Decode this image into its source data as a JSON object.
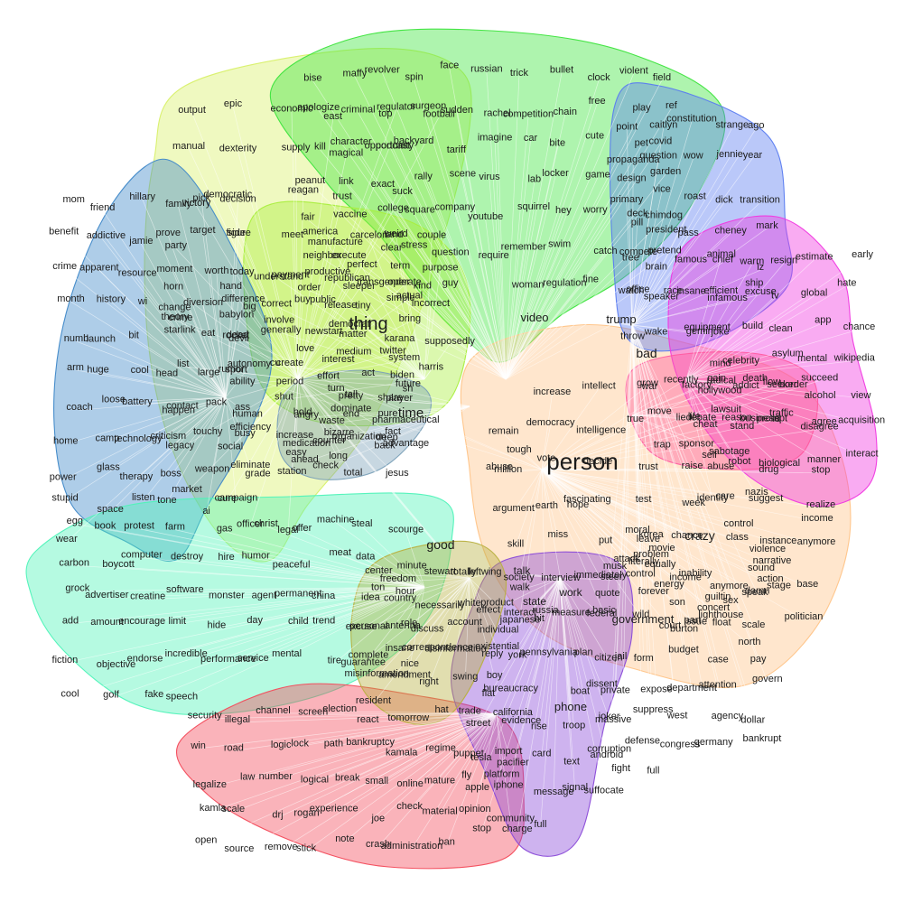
{
  "diagram": {
    "kind": "word-cluster network",
    "clusters": [
      {
        "name": "c-lime",
        "color": "#d8f06a",
        "words": [
          "output",
          "epic",
          "economic",
          "east",
          "regulator",
          "football",
          "manual",
          "dexterity",
          "supply",
          "magical",
          "opportunity",
          "victory",
          "democratic",
          "reagan",
          "trust",
          "suck",
          "party",
          "side",
          "meet",
          "manufacture",
          "land",
          "horn",
          "hand",
          "payment",
          "republican",
          "operate",
          "theory",
          "babylon",
          "involve",
          "democrat",
          "bring",
          "list",
          "sport",
          "create",
          "interest",
          "system",
          "happen",
          "human",
          "hold",
          "dominate",
          "player",
          "legacy",
          "social",
          "easy",
          "long",
          "back",
          "market",
          "cure",
          "big",
          "buy",
          "release",
          "actual",
          "devil",
          "love",
          "medium",
          "twitter",
          "ability",
          "period",
          "pretty",
          "future",
          "efficiency",
          "increase",
          "bizarre",
          "fact",
          "grade",
          "station",
          "total",
          "jesus",
          "officer",
          "legal",
          "good"
        ]
      },
      {
        "name": "c-green",
        "color": "#3de43d",
        "words": [
          "bise",
          "maffy",
          "revolver",
          "spin",
          "face",
          "russian",
          "trick",
          "bullet",
          "clock",
          "violent",
          "field",
          "apologize",
          "criminal",
          "top",
          "surgeon",
          "sudden",
          "rachel",
          "competition",
          "chain",
          "free",
          "play",
          "ref",
          "kill",
          "character",
          "podcast",
          "backyard",
          "tariff",
          "imagine",
          "car",
          "bite",
          "cute",
          "pet",
          "covid",
          "peanut",
          "link",
          "exact",
          "rally",
          "scene",
          "virus",
          "lab",
          "locker",
          "game",
          "design",
          "garden",
          "fair",
          "vaccine",
          "college",
          "square",
          "company",
          "youtube",
          "squirrel",
          "hey",
          "worry",
          "deck",
          "chimdog",
          "neighbor",
          "execute",
          "clear",
          "stress",
          "question",
          "require",
          "remember",
          "swim",
          "catch",
          "compete",
          "pretend",
          "order",
          "sleeper",
          "transgender",
          "kind",
          "guy",
          "video",
          "woman",
          "regulation",
          "fine",
          "watch",
          "race"
        ]
      },
      {
        "name": "c-yellowgreen",
        "color": "#a9ee3d",
        "words": [
          "thing",
          "america",
          "carcelon",
          "weird",
          "couple",
          "understand",
          "productive",
          "perfect",
          "term",
          "purpose",
          "correct",
          "public",
          "tiny",
          "simple",
          "incorrect",
          "generally",
          "newstart",
          "matter",
          "karana",
          "supposedly",
          "cu",
          "effort",
          "act",
          "biden",
          "harris",
          "shut"
        ]
      },
      {
        "name": "c-teal",
        "color": "#3f88c8",
        "words": [
          "mom",
          "friend",
          "hillary",
          "family",
          "pick",
          "decision",
          "benefit",
          "addictive",
          "jamie",
          "prove",
          "target",
          "figure",
          "crime",
          "apparent",
          "resource",
          "moment",
          "worth",
          "today",
          "month",
          "history",
          "wi",
          "change",
          "diversion",
          "difference",
          "numb",
          "launch",
          "bit",
          "starlink",
          "eat",
          "rocket",
          "arm",
          "huge",
          "cool",
          "head",
          "large",
          "autonomy",
          "coach",
          "loose",
          "battery",
          "contact",
          "pack",
          "ass",
          "home",
          "camp",
          "technology",
          "criticism",
          "touchy",
          "busy",
          "power",
          "glass",
          "therapy",
          "boss",
          "weapon",
          "eliminate",
          "stupid",
          "space",
          "listen",
          "tone",
          "ai",
          "campaign",
          "wear"
        ]
      },
      {
        "name": "c-mint",
        "color": "#4ff3b8",
        "words": [
          "egg",
          "book",
          "protest",
          "farm",
          "gas",
          "christ",
          "offer",
          "machine",
          "steal",
          "scourge",
          "carbon",
          "boycott",
          "computer",
          "destroy",
          "hire",
          "humor",
          "peaceful",
          "meat",
          "data",
          "minute",
          "grock",
          "advertiser",
          "creatine",
          "software",
          "monster",
          "agent",
          "permanent",
          "china",
          "ton",
          "hour",
          "add",
          "amount",
          "encourage",
          "limit",
          "hide",
          "day",
          "child",
          "trend",
          "excuse",
          "antenna",
          "fiction",
          "objective",
          "endorse",
          "incredible",
          "performance",
          "service",
          "mental",
          "tire",
          "guarantee",
          "nice",
          "cool",
          "golf",
          "fake",
          "speech"
        ]
      },
      {
        "name": "c-steel",
        "color": "#7aa0b8",
        "words": [
          "time",
          "turn",
          "tall",
          "share",
          "sh",
          "angry",
          "waste",
          "end",
          "pure",
          "pharmaceutical",
          "medication",
          "counter",
          "organization",
          "deep",
          "advantage",
          "ahead",
          "check"
        ]
      },
      {
        "name": "c-peach",
        "color": "#ffc488",
        "words": [
          "person",
          "increase",
          "intellect",
          "grow",
          "recently",
          "radical",
          "flow",
          "succeed",
          "remain",
          "democracy",
          "intelligence",
          "true",
          "liedebate",
          "reason",
          "prompt",
          "disagree",
          "million",
          "vote",
          "decide",
          "trust",
          "raise",
          "abuse",
          "drug",
          "stop",
          "argument",
          "earth",
          "fascinating",
          "test",
          "week",
          "care",
          "suggest",
          "realize",
          "skill",
          "miss",
          "put",
          "leave",
          "chance",
          "class",
          "instance",
          "crazy",
          "society",
          "interview",
          "immediately",
          "control",
          "income",
          "anymore",
          "stage",
          "base",
          "interact",
          "russia",
          "basic",
          "wild",
          "issue",
          "lighthouse"
        ]
      },
      {
        "name": "c-blue",
        "color": "#5a7cf0",
        "words": [
          "point",
          "caitlyn",
          "constitution",
          "strange",
          "ago",
          "propaganda",
          "question",
          "wow",
          "jennie",
          "year",
          "primary",
          "vice",
          "roast",
          "dick",
          "transition",
          "pill",
          "president",
          "pass",
          "cheney",
          "mark",
          "tree",
          "brain",
          "famous",
          "chief",
          "lz",
          "office",
          "speaker",
          "insane",
          "infamous",
          "excuse",
          "throw",
          "wake",
          "gemini",
          "joke",
          "quote",
          "forever",
          "trump",
          "sex",
          "damn",
          "bad",
          "government",
          "burton",
          "float",
          "scale",
          "jail",
          "form",
          "budget",
          "case",
          "pay",
          "private",
          "expose",
          "department",
          "attention",
          "govern",
          "massive",
          "suppress",
          "west",
          "agency",
          "dollar",
          "corruption",
          "defense",
          "congress",
          "germany",
          "bankrupt",
          "fight",
          "full"
        ]
      },
      {
        "name": "c-magenta",
        "color": "#f038e0",
        "words": [
          "animal",
          "warm",
          "resign",
          "estimate",
          "early",
          "efficient",
          "ship",
          "tv",
          "global",
          "hate",
          "equipment",
          "build",
          "clean",
          "app",
          "chance",
          "mind",
          "celebrity",
          "asylum",
          "mental",
          "wikipedia",
          "hollywood",
          "addict",
          "seeker",
          "alcohol",
          "view",
          "cheat",
          "stand",
          "id",
          "agree",
          "acquisition",
          "sell",
          "robot",
          "biological",
          "manner",
          "interact",
          "identity",
          "nazis"
        ]
      },
      {
        "name": "c-pink",
        "color": "#ff5aa0",
        "words": [
          "war",
          "factory",
          "gain",
          "death",
          "border",
          "move",
          "life",
          "lawsuit",
          "business",
          "traffic",
          "trap",
          "sponsor",
          "sabotage"
        ]
      },
      {
        "name": "c-red",
        "color": "#f34a5a",
        "words": [
          "security",
          "illegal",
          "channel",
          "screen",
          "election",
          "react",
          "tomorrow",
          "hat",
          "trade",
          "california",
          "win",
          "road",
          "logic",
          "lock",
          "path",
          "bankruptcy",
          "kamala",
          "regime",
          "puppet",
          "import",
          "legalize",
          "law",
          "number",
          "logical",
          "break",
          "small",
          "online",
          "mature",
          "fly",
          "platform",
          "kamla",
          "scale",
          "drj",
          "rogan",
          "experience",
          "joe",
          "check",
          "material",
          "opinion",
          "community",
          "open",
          "source",
          "remove",
          "stick",
          "note",
          "crash",
          "administration",
          "ban"
        ]
      },
      {
        "name": "c-purple",
        "color": "#8a4ad8",
        "words": [
          "talk",
          "walk",
          "work",
          "state",
          "steer",
          "effect",
          "japanese",
          "hit",
          "measure",
          "federal",
          "reply",
          "york",
          "pennsylvania",
          "plan",
          "citizen",
          "flat",
          "bureaucracy",
          "phone",
          "boat",
          "dissent",
          "street",
          "evidence",
          "rise",
          "troop",
          "joker",
          "tesla",
          "pacifier",
          "card",
          "text",
          "android",
          "apple",
          "iphone",
          "message",
          "signal",
          "suffocate",
          "stop",
          "charge",
          "full"
        ]
      },
      {
        "name": "c-olive",
        "color": "#b8b040",
        "words": [
          "center",
          "freedom",
          "stewart",
          "totally",
          "leftwing",
          "idea",
          "country",
          "necessarily",
          "white",
          "product",
          "personal",
          "role",
          "discuss",
          "account",
          "individual",
          "complete",
          "insane",
          "correspondence",
          "disinformation",
          "existential",
          "misinformation",
          "amendment",
          "right",
          "swing",
          "boy",
          "resident"
        ]
      }
    ],
    "extra_labels": [
      "control",
      "income",
      "anymore",
      "narrative",
      "violence",
      "sound",
      "action",
      "speak",
      "politician",
      "north",
      "concert",
      "guiltin",
      "movie",
      "problem",
      "literally",
      "equally",
      "korea",
      "moral",
      "attack",
      "musk",
      "energy",
      "inability",
      "son",
      "part",
      "court",
      "dead",
      "rumor",
      "crime",
      "abuse",
      "tough",
      "hope"
    ]
  }
}
